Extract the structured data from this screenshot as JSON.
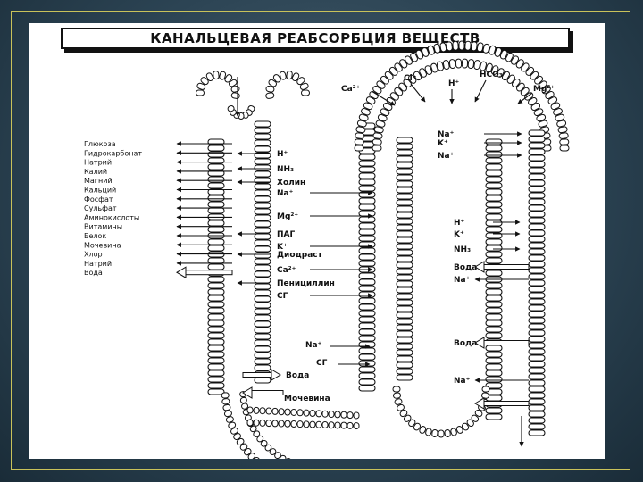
{
  "title": "КАНАЛЬЦЕВАЯ РЕАБСОРБЦИЯ ВЕЩЕСТВ",
  "left_substances": [
    "Глюкоза",
    "Гидрокарбонат",
    "Натрий",
    "Калий",
    "Магний",
    "Кальций",
    "Фосфат",
    "Сульфат",
    "Аминокислоты",
    "Витамины",
    "Белок",
    "Мочевина",
    "Хлор",
    "Натрий",
    "Вода"
  ],
  "proximal_labels": [
    "H⁺",
    "NH₃",
    "Холин",
    "Na⁺",
    "Mg²⁺",
    "ПАГ",
    "K⁺",
    "Диодраст",
    "Ca²⁺",
    "Пенициллин",
    "СГ"
  ],
  "loop_labels": [
    "Na⁺",
    "СГ",
    "Вода",
    "Мочевина"
  ],
  "top_labels": [
    "Ca²⁺",
    "Cl⁻",
    "H⁺",
    "HCO₃⁻",
    "Mg²⁺"
  ],
  "distal_inner_labels": [
    "Na⁺",
    "K⁺",
    "Na⁺"
  ],
  "distal_right_labels": [
    "H⁺",
    "K⁺",
    "NH₃",
    "Вода",
    "Na⁺",
    "Вода",
    "Na⁺"
  ],
  "colors": {
    "background": "#2c4454",
    "frame": "#c9c25a",
    "ink": "#111111"
  }
}
